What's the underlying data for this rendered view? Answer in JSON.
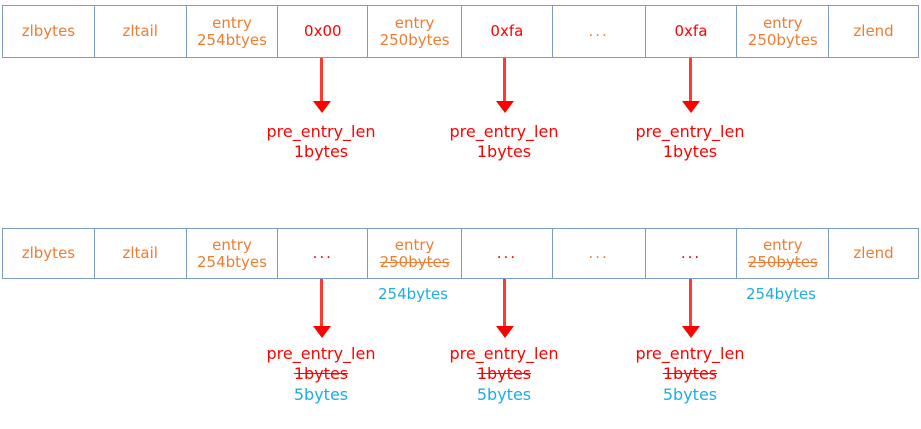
{
  "diagram": {
    "title": "ziplist cascade update illustration",
    "colors": {
      "border": "#7a9cc6",
      "orange": "#ED7D31",
      "red": "#FF0000",
      "blue": "#1CADE4",
      "background": "#ffffff"
    }
  },
  "table_1": {
    "cells": [
      {
        "line1": "zlbytes",
        "line2": "",
        "color": "orange"
      },
      {
        "line1": "zltail",
        "line2": "",
        "color": "orange"
      },
      {
        "line1": "entry",
        "line2": "254btyes",
        "color": "orange"
      },
      {
        "line1": "0x00",
        "line2": "",
        "color": "red"
      },
      {
        "line1": "entry",
        "line2": "250bytes",
        "color": "orange"
      },
      {
        "line1": "0xfa",
        "line2": "",
        "color": "red"
      },
      {
        "line1": "...",
        "line2": "",
        "color": "orange"
      },
      {
        "line1": "0xfa",
        "line2": "",
        "color": "red"
      },
      {
        "line1": "entry",
        "line2": "250bytes",
        "color": "orange"
      },
      {
        "line1": "zlend",
        "line2": "",
        "color": "orange"
      }
    ]
  },
  "table_2": {
    "cells": [
      {
        "line1": "zlbytes",
        "line2": "",
        "color": "orange",
        "strike2": false
      },
      {
        "line1": "zltail",
        "line2": "",
        "color": "orange",
        "strike2": false
      },
      {
        "line1": "entry",
        "line2": "254btyes",
        "color": "orange",
        "strike2": false
      },
      {
        "line1": "...",
        "line2": "",
        "color": "red",
        "strike2": false
      },
      {
        "line1": "entry",
        "line2": "250bytes",
        "color": "orange",
        "strike2": true
      },
      {
        "line1": "...",
        "line2": "",
        "color": "red",
        "strike2": false
      },
      {
        "line1": "...",
        "line2": "",
        "color": "orange",
        "strike2": false
      },
      {
        "line1": "...",
        "line2": "",
        "color": "red",
        "strike2": false
      },
      {
        "line1": "entry",
        "line2": "250bytes",
        "color": "orange",
        "strike2": true
      },
      {
        "line1": "zlend",
        "line2": "",
        "color": "orange",
        "strike2": false
      }
    ],
    "blue_notes": [
      {
        "text": "254bytes"
      },
      {
        "text": "254bytes"
      }
    ]
  },
  "callouts_top": [
    {
      "label": "pre_entry_len",
      "size": "1bytes"
    },
    {
      "label": "pre_entry_len",
      "size": "1bytes"
    },
    {
      "label": "pre_entry_len",
      "size": "1bytes"
    }
  ],
  "callouts_bottom": [
    {
      "label": "pre_entry_len",
      "size_old": "1bytes",
      "size_new": "5bytes"
    },
    {
      "label": "pre_entry_len",
      "size_old": "1bytes",
      "size_new": "5bytes"
    },
    {
      "label": "pre_entry_len",
      "size_old": "1bytes",
      "size_new": "5bytes"
    }
  ]
}
